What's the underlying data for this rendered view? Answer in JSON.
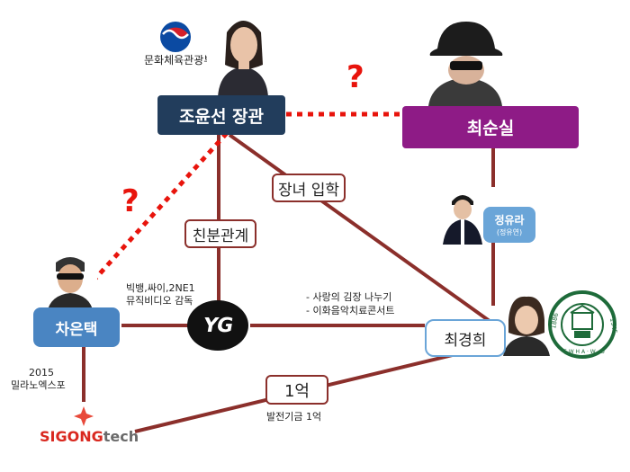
{
  "nodes": {
    "minister": "조윤선 장관",
    "choi_soonsil": "최순실",
    "cha_euntaek": "차은택",
    "chung_yura": "정유라",
    "chung_yura_sub": "(정유연)",
    "choi_kyunghee": "최경희"
  },
  "ministry_caption": "문화체육관광부",
  "edge_labels": {
    "daughter_admission": "장녀 입학",
    "acquaintance": "친분관계",
    "one_hundred_million": "1억"
  },
  "notes": {
    "music_video": [
      "빅뱅,싸이,2NE1",
      "뮤직비디오 감독"
    ],
    "expo": [
      "2015",
      "밀라노엑스포"
    ],
    "events": [
      "-   사랑의 김장 나누기",
      "-   이화음악치료콘서트"
    ],
    "fund": "발전기금 1억"
  },
  "question_marks": [
    "?",
    "?"
  ],
  "logos": {
    "yg": "YG",
    "sigong_part1": "SIGONG",
    "sigong_part2": "tech",
    "ewha_year_left": "1886",
    "ewha_year_right": "1945",
    "ewha_letters": "E W H A · W . U"
  },
  "colors": {
    "minister_box": "#223d5c",
    "choi_box": "#8e1b86",
    "cha_box": "#4a85c2",
    "chung_box": "#6aa5d8",
    "choi_kh_box": "#ffffff",
    "edge_line": "#8b2f2b",
    "dotted_line": "#e8140c",
    "ewha_green": "#1e6b3a"
  }
}
